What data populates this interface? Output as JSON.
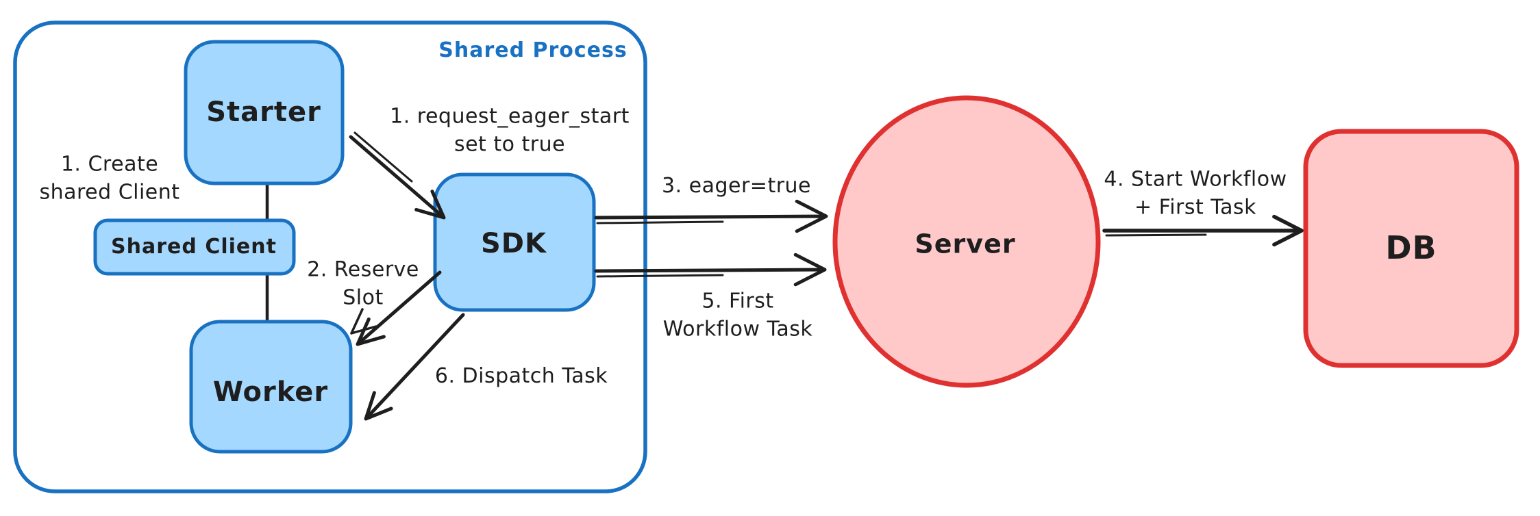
{
  "container": {
    "title": "Shared Process"
  },
  "nodes": {
    "starter": {
      "label": "Starter"
    },
    "shared_client": {
      "label": "Shared Client"
    },
    "worker": {
      "label": "Worker"
    },
    "sdk": {
      "label": "SDK"
    },
    "server": {
      "label": "Server"
    },
    "db": {
      "label": "DB"
    }
  },
  "annotations": {
    "create_shared_client": "1. Create\nshared Client",
    "request_eager_start": "1. request_eager_start\nset to true",
    "reserve_slot": "2. Reserve\nSlot",
    "eager_true": "3. eager=true",
    "start_workflow": "4. Start Workflow\n+ First Task",
    "first_workflow_task": "5. First\nWorkflow Task",
    "dispatch_task": "6. Dispatch Task"
  },
  "colors": {
    "blue_stroke": "#1971c2",
    "blue_fill": "#a5d8ff",
    "red_stroke": "#e03131",
    "red_fill": "#ffc9c9",
    "ink": "#1e1e1e"
  }
}
